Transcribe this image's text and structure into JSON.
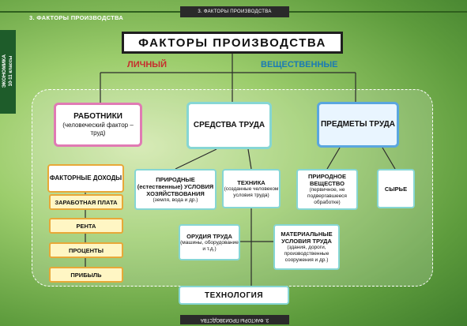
{
  "header": {
    "tab_label": "3. ФАКТОРЫ ПРОИЗВОДСТВА",
    "corner_label": "3. ФАКТОРЫ ПРОИЗВОДСТВА",
    "side_label_main": "ЭКОНОМИКА",
    "side_label_sub": "10-11 классы",
    "bottom_tab_label": "3. ФАКТОРЫ ПРОИЗВОДСТВА"
  },
  "diagram": {
    "title": "ФАКТОРЫ ПРОИЗВОДСТВА",
    "category_personal": "ЛИЧНЫЙ",
    "category_material": "ВЕЩЕСТВЕННЫЕ",
    "workers": {
      "title": "РАБОТНИКИ",
      "subtitle": "(человеческий фактор – труд)"
    },
    "means": {
      "title": "СРЕДСТВА ТРУДА"
    },
    "objects": {
      "title": "ПРЕДМЕТЫ ТРУДА"
    },
    "income": {
      "title": "ФАКТОРНЫЕ ДОХОДЫ",
      "items": [
        "ЗАРАБОТНАЯ ПЛАТА",
        "РЕНТА",
        "ПРОЦЕНТЫ",
        "ПРИБЫЛЬ"
      ]
    },
    "natural_conditions": {
      "title": "ПРИРОДНЫЕ (естественные) УСЛОВИЯ ХОЗЯЙСТВОВАНИЯ",
      "subtitle": "(земля, вода и др.)"
    },
    "technique": {
      "title": "ТЕХНИКА",
      "subtitle": "(созданные человеком условия труда)"
    },
    "natural_substance": {
      "title": "ПРИРОДНОЕ ВЕЩЕСТВО",
      "subtitle": "(первичное, не подвергавшееся обработке)"
    },
    "raw": {
      "title": "СЫРЬЕ"
    },
    "tools": {
      "title": "ОРУДИЯ ТРУДА",
      "subtitle": "(машины, оборудование и т.д.)"
    },
    "material_conditions": {
      "title": "МАТЕРИАЛЬНЫЕ УСЛОВИЯ ТРУДА",
      "subtitle": "(здания, дороги, производственные сооружения и др.)"
    },
    "technology": "ТЕХНОЛОГИЯ"
  },
  "colors": {
    "personal": "#c62d2d",
    "material": "#1a7bb4",
    "workers_border": "#e07ab4",
    "means_border": "#86d6d4",
    "objects_border": "#5aa6df",
    "income_border": "#e8a838",
    "income_fill": "#fff6c4",
    "background": "#8cc45a"
  }
}
